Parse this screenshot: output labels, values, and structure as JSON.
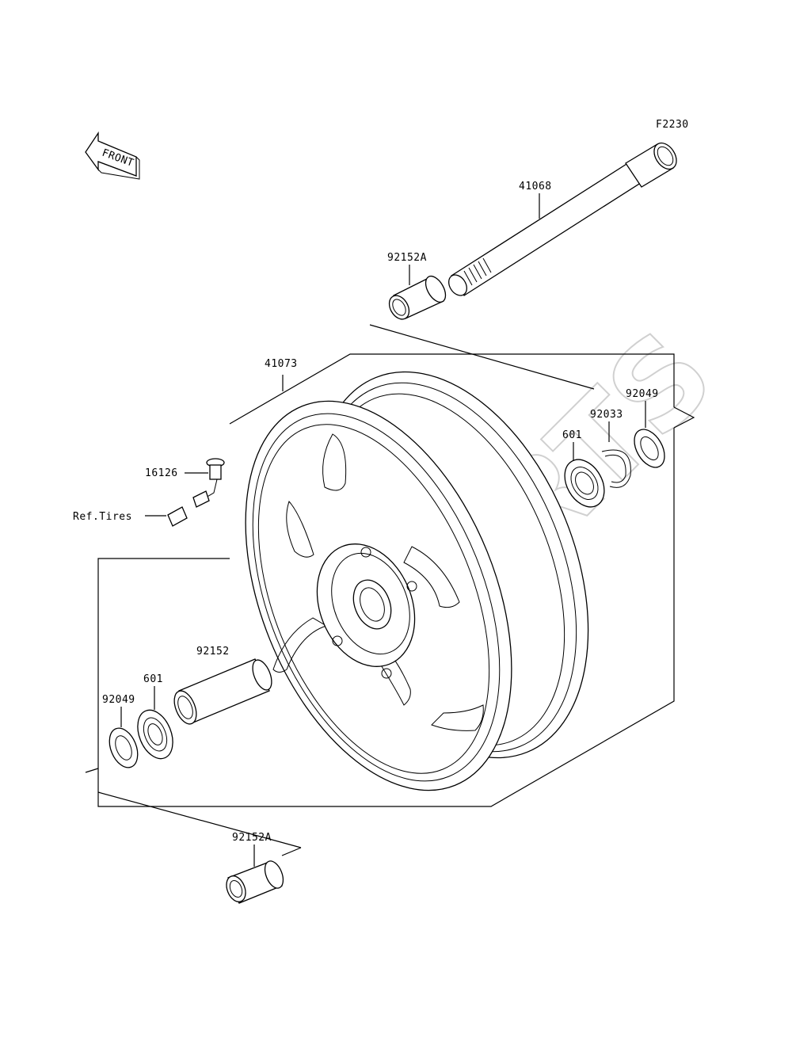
{
  "diagram": {
    "figure_code": "F2230",
    "front_label": "FRONT",
    "watermark": "XFARTS",
    "callouts": {
      "axle": "41068",
      "collar_top": "92152A",
      "wheel": "41073",
      "valve": "16126",
      "ref_tires": "Ref.Tires",
      "bearing_right": "601",
      "circlip": "92033",
      "seal_right": "92049",
      "spacer": "92152",
      "bearing_left": "601",
      "seal_left": "92049",
      "collar_bottom": "92152A"
    }
  }
}
